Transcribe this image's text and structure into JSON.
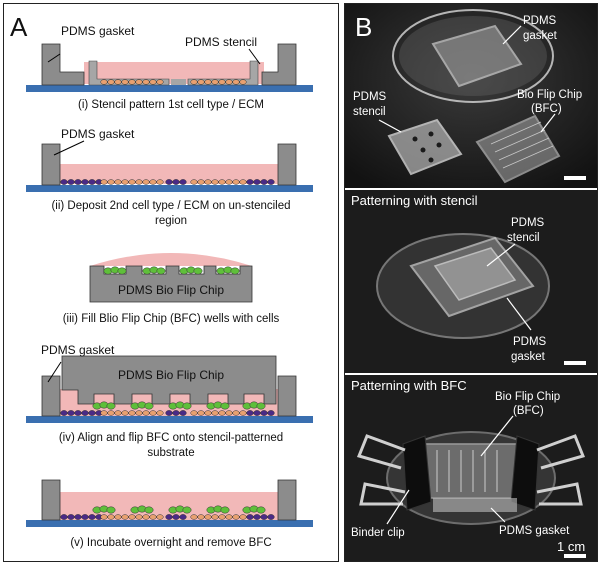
{
  "panel_a": {
    "letter": "A",
    "steps": [
      {
        "caption_lines": [
          "(i) Stencil pattern 1st cell type / ECM"
        ],
        "labels": {
          "gasket": "PDMS gasket",
          "stencil": "PDMS stencil"
        }
      },
      {
        "caption_lines": [
          "(ii) Deposit 2nd cell type / ECM on un-stenciled",
          "region"
        ],
        "labels": {
          "gasket": "PDMS gasket"
        }
      },
      {
        "caption_lines": [
          "(iii) Fill Blio Flip Chip (BFC) wells with cells"
        ],
        "labels": {
          "chip": "PDMS Bio Flip Chip"
        }
      },
      {
        "caption_lines": [
          "(iv) Align and flip BFC onto stencil-patterned",
          "substrate"
        ],
        "labels": {
          "gasket": "PDMS gasket",
          "chip": "PDMS Bio Flip Chip"
        }
      },
      {
        "caption_lines": [
          "(v) Incubate overnight and remove BFC"
        ],
        "labels": {}
      }
    ]
  },
  "panel_b": {
    "letter": "B",
    "photo1": {
      "labels": {
        "gasket_1": "PDMS",
        "gasket_2": "gasket",
        "stencil_1": "PDMS",
        "stencil_2": "stencil",
        "bfc_1": "Bio Flip Chip",
        "bfc_2": "(BFC)"
      }
    },
    "photo2": {
      "title": "Patterning with stencil",
      "labels": {
        "stencil_1": "PDMS",
        "stencil_2": "stencil",
        "gasket_1": "PDMS",
        "gasket_2": "gasket"
      }
    },
    "photo3": {
      "title": "Patterning with BFC",
      "labels": {
        "bfc_1": "Bio Flip Chip",
        "bfc_2": "(BFC)",
        "binder": "Binder clip",
        "gasket": "PDMS gasket",
        "scale": "1 cm"
      }
    }
  },
  "colors": {
    "gasket_gray": "#8c8c8c",
    "substrate_blue": "#3a6fb0",
    "medium_pink": "#f2b8b8",
    "cell_orange": "#e8a070",
    "cell_purple": "#4a2a86",
    "cell_green": "#5fbf3a",
    "photo_dark": "#1c1c1c"
  }
}
